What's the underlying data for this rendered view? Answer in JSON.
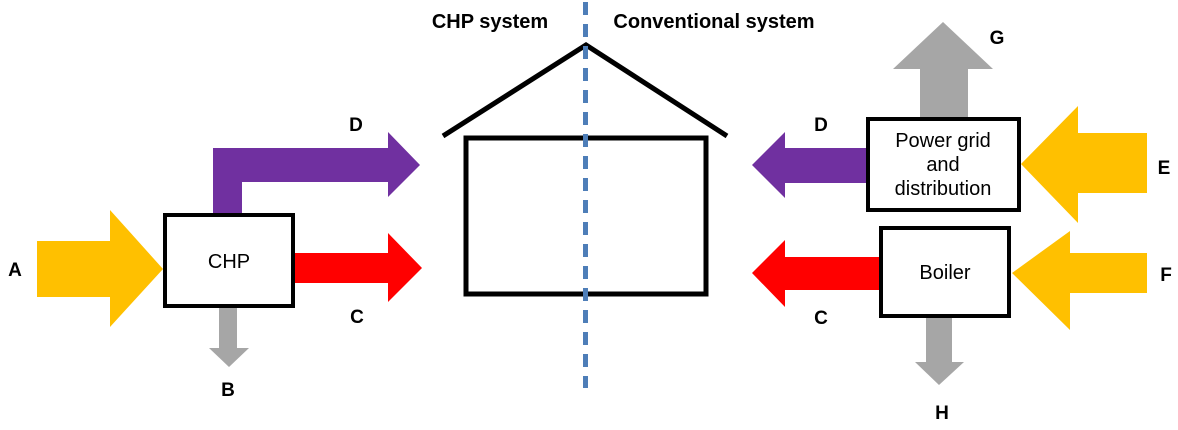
{
  "titles": {
    "left": "CHP system",
    "right": "Conventional system"
  },
  "chp_side": {
    "box_label": "CHP",
    "arrow_a_label": "A",
    "arrow_b_label": "B",
    "arrow_c_label": "C",
    "arrow_d_label": "D"
  },
  "conventional_side": {
    "power_grid_box_lines": [
      "Power grid",
      "and",
      "distribution"
    ],
    "boiler_box_label": "Boiler",
    "arrow_d_label": "D",
    "arrow_g_label": "G",
    "arrow_e_label": "E",
    "arrow_c_label": "C",
    "arrow_f_label": "F",
    "arrow_h_label": "H"
  },
  "colors": {
    "fuel_arrow": "#FFC000",
    "electricity_arrow": "#7030A0",
    "heat_arrow": "#FF0000",
    "loss_arrow": "#A6A6A6",
    "divider_line": "#4E7EB8",
    "outline": "#000000",
    "background": "#FFFFFF"
  }
}
